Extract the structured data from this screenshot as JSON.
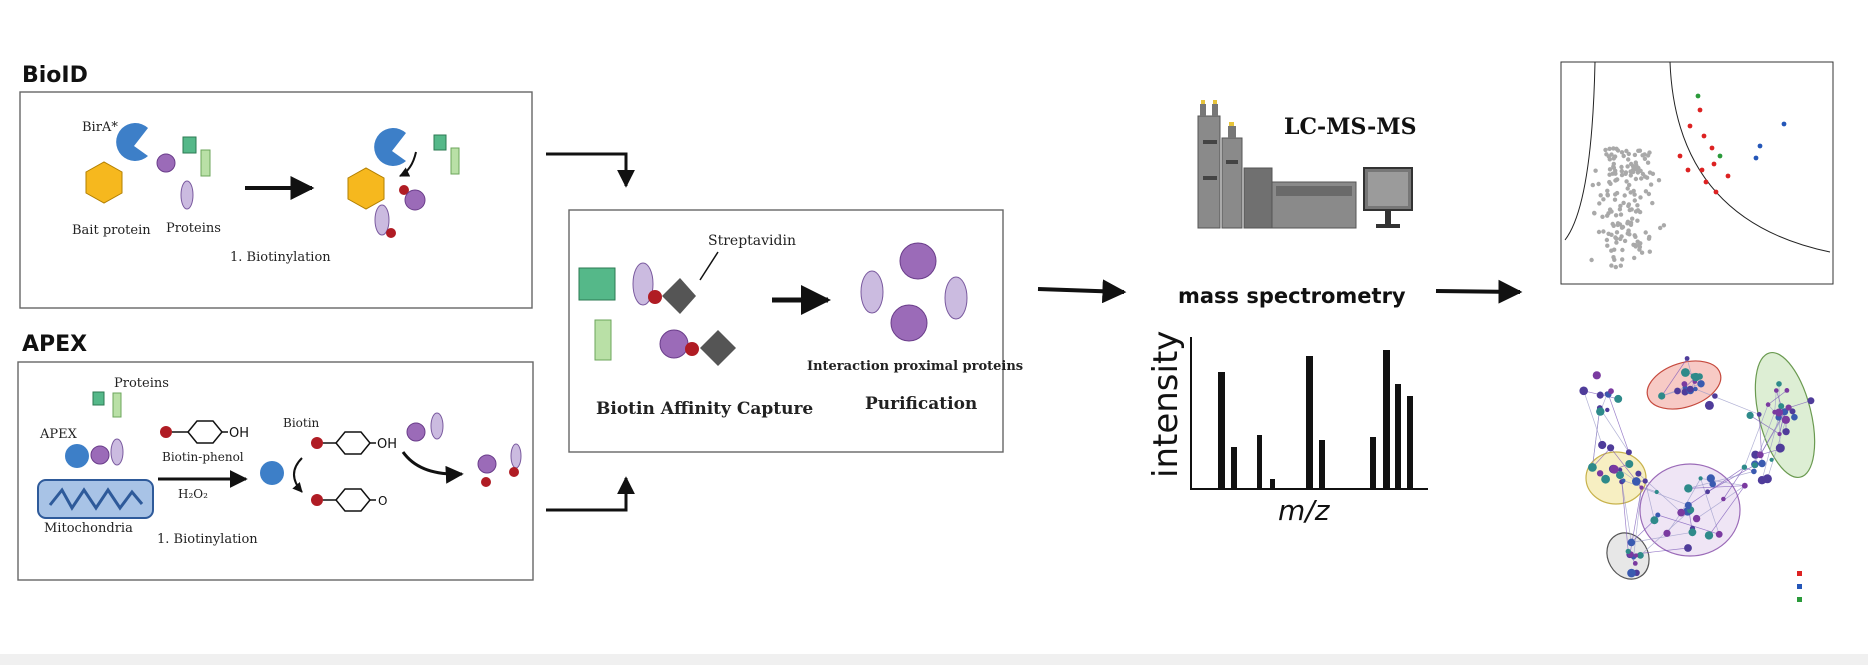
{
  "biold": {
    "title": "BioID",
    "enzyme_label": "BirA*",
    "bait_label": "Bait protein",
    "proteins_label": "Proteins",
    "step_label": "1. Biotinylation"
  },
  "apex": {
    "title": "APEX",
    "enzyme_label": "APEX",
    "proteins_label": "Proteins",
    "organelle_label": "Mitochondria",
    "reagent_label": "Biotin-phenol",
    "oxidant_label": "H₂O₂",
    "biotin_label": "Biotin",
    "oh_label": "OH",
    "oh_label_product": "OH",
    "o_label": "O",
    "step_label": "1. Biotinylation"
  },
  "capture": {
    "streptavidin_label": "Streptavidin",
    "capture_label": "Biotin Affinity Capture",
    "proximal_label": "Interaction proximal proteins",
    "purification_label": "Purification"
  },
  "ms": {
    "lcms_label": "LC-MS-MS",
    "ms_label": "mass spectrometry"
  },
  "spectrum": {
    "y_label": "intensity",
    "x_label": "m/z"
  },
  "colors": {
    "bait": "#f6b81e",
    "enzyme": "#3d7fc8",
    "purple": "#9b6bb8",
    "lavender": "#cbbbe0",
    "green": "#55b889",
    "light_green": "#b9e0a6",
    "biotin_red": "#b01c24",
    "streptavidin": "#555555",
    "mito_fill": "#a8c3e6"
  }
}
